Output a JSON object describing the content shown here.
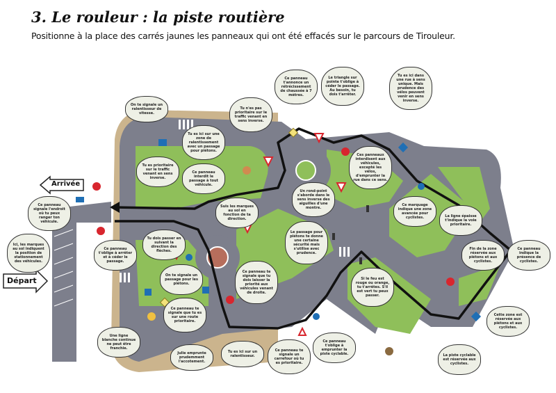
{
  "header": {
    "title": "3. Le rouleur : la piste routière",
    "instruction": "Positionne à la place des carrés jaunes  les panneaux qui ont été effacés sur le parcours de Tirouleur."
  },
  "labels": {
    "arrival": "Arrivée",
    "departure": "Départ"
  },
  "colors": {
    "road": "#7d7f8c",
    "grass": "#8fbf5a",
    "sidewalk": "#cbb48d",
    "route": "#111111",
    "sign_red": "#d8262e",
    "sign_blue": "#1f6fb5"
  },
  "bubbles": [
    "On te signale un ralentisseur de vitesse.",
    "Tu es prioritaire sur le traffic venant en sens inverse.",
    "Ce panneau interdit le passage à tout véhicule.",
    "Tu es ici sur une zone de ralentissement avec un passage pour piétons.",
    "Tu n'es pas prioritaire sur le traffic venant en sens inverse.",
    "Ce panneau t'annonce un rétrécissement de chaussée à 7 mètres.",
    "Le triangle sur pointe t'oblige à céder le passage. Au besoin, tu dois t'arrêter.",
    "Tu es ici dans une rue à sens unique. Mais prudence des vélos peuvent venir en sens inverse.",
    "Ces panneaux interdisent aux véhicules, excepté les vélos, d'emprunter la rue dans ce sens.",
    "Un rond-point s'aborde dans le sens inverse des aiguilles d'une montre.",
    "Suis les marques au sol en fonction de ta direction.",
    "Ce marquage indique une zone avancée pour cyclistes.",
    "La ligne épaisse t'indique la voie prioritaire.",
    "Ce panneau indique la présence de cyclistes.",
    "Fin de la zone réservée aux piétons et aux cyclistes.",
    "Cette zone est réservée aux piétons et aux cyclistes.",
    "La piste cyclable est réservée aux cyclistes.",
    "Le passage pour piétons te donne une certaine sécurité mais s'utilise avec prudence.",
    "Ce panneau te signale que tu dois laisser la priorité aux véhicules venant de droite.",
    "Si le feu est rouge ou orange, tu t'arrêtes. S'il est vert tu peux passer.",
    "Ce panneau t'oblige à emprunter la piste cyclable.",
    "Ce panneau te signale un carrefour où tu es prioritaire.",
    "Tu es ici sur un ralentisseur.",
    "Julie emprunte prudemment l'accotement.",
    "Une ligne blanche continue ne peut être franchie.",
    "Ce panneau te signale que tu es sur une route prioritaire.",
    "On te signale un passage pour les piétons.",
    "Tu dois passer en suivant la direction des flèches.",
    "Ce panneau t'oblige à arrêter et à céder le passage.",
    "Ce panneau signale l'endroit où tu peux ranger ton véhicule.",
    "Ici, les marques au sol indiquent la position de stationnement des véhicules."
  ]
}
